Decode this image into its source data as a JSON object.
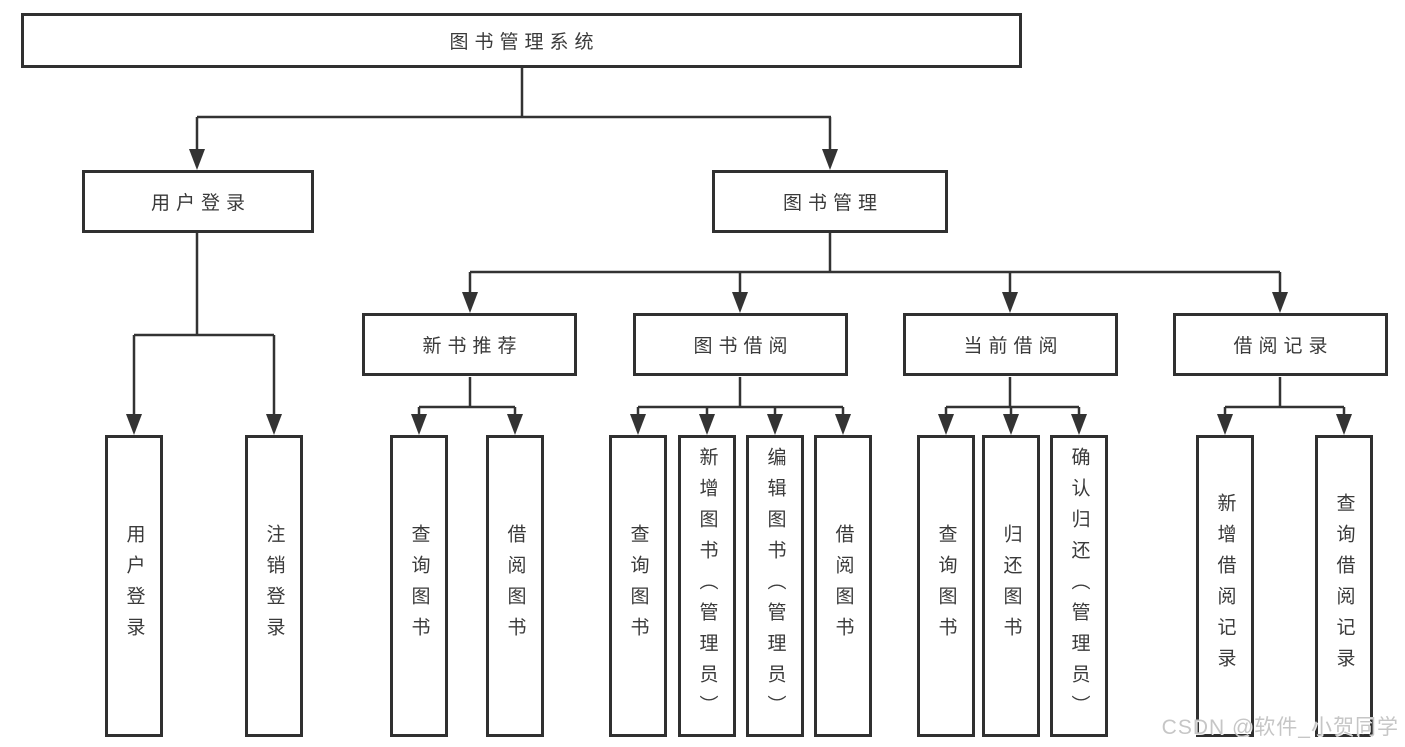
{
  "tree": {
    "root": {
      "label": "图书管理系统"
    },
    "branches": [
      {
        "label": "用户登录",
        "children": [
          {
            "label": "用户登录"
          },
          {
            "label": "注销登录"
          }
        ]
      },
      {
        "label": "图书管理",
        "children": [
          {
            "label": "新书推荐",
            "children": [
              {
                "label": "查询图书"
              },
              {
                "label": "借阅图书"
              }
            ]
          },
          {
            "label": "图书借阅",
            "children": [
              {
                "label": "查询图书"
              },
              {
                "label": "新增图书（管理员）"
              },
              {
                "label": "编辑图书（管理员）"
              },
              {
                "label": "借阅图书"
              }
            ]
          },
          {
            "label": "当前借阅",
            "children": [
              {
                "label": "查询图书"
              },
              {
                "label": "归还图书"
              },
              {
                "label": "确认归还（管理员）"
              }
            ]
          },
          {
            "label": "借阅记录",
            "children": [
              {
                "label": "新增借阅记录"
              },
              {
                "label": "查询借阅记录"
              }
            ]
          }
        ]
      }
    ]
  },
  "watermark": {
    "text": "CSDN @软件_小贺同学"
  },
  "colors": {
    "line": "#333333",
    "box_border": "#303030",
    "text": "#3a3a3a",
    "background": "#ffffff",
    "watermark": "#c6c6c6"
  }
}
